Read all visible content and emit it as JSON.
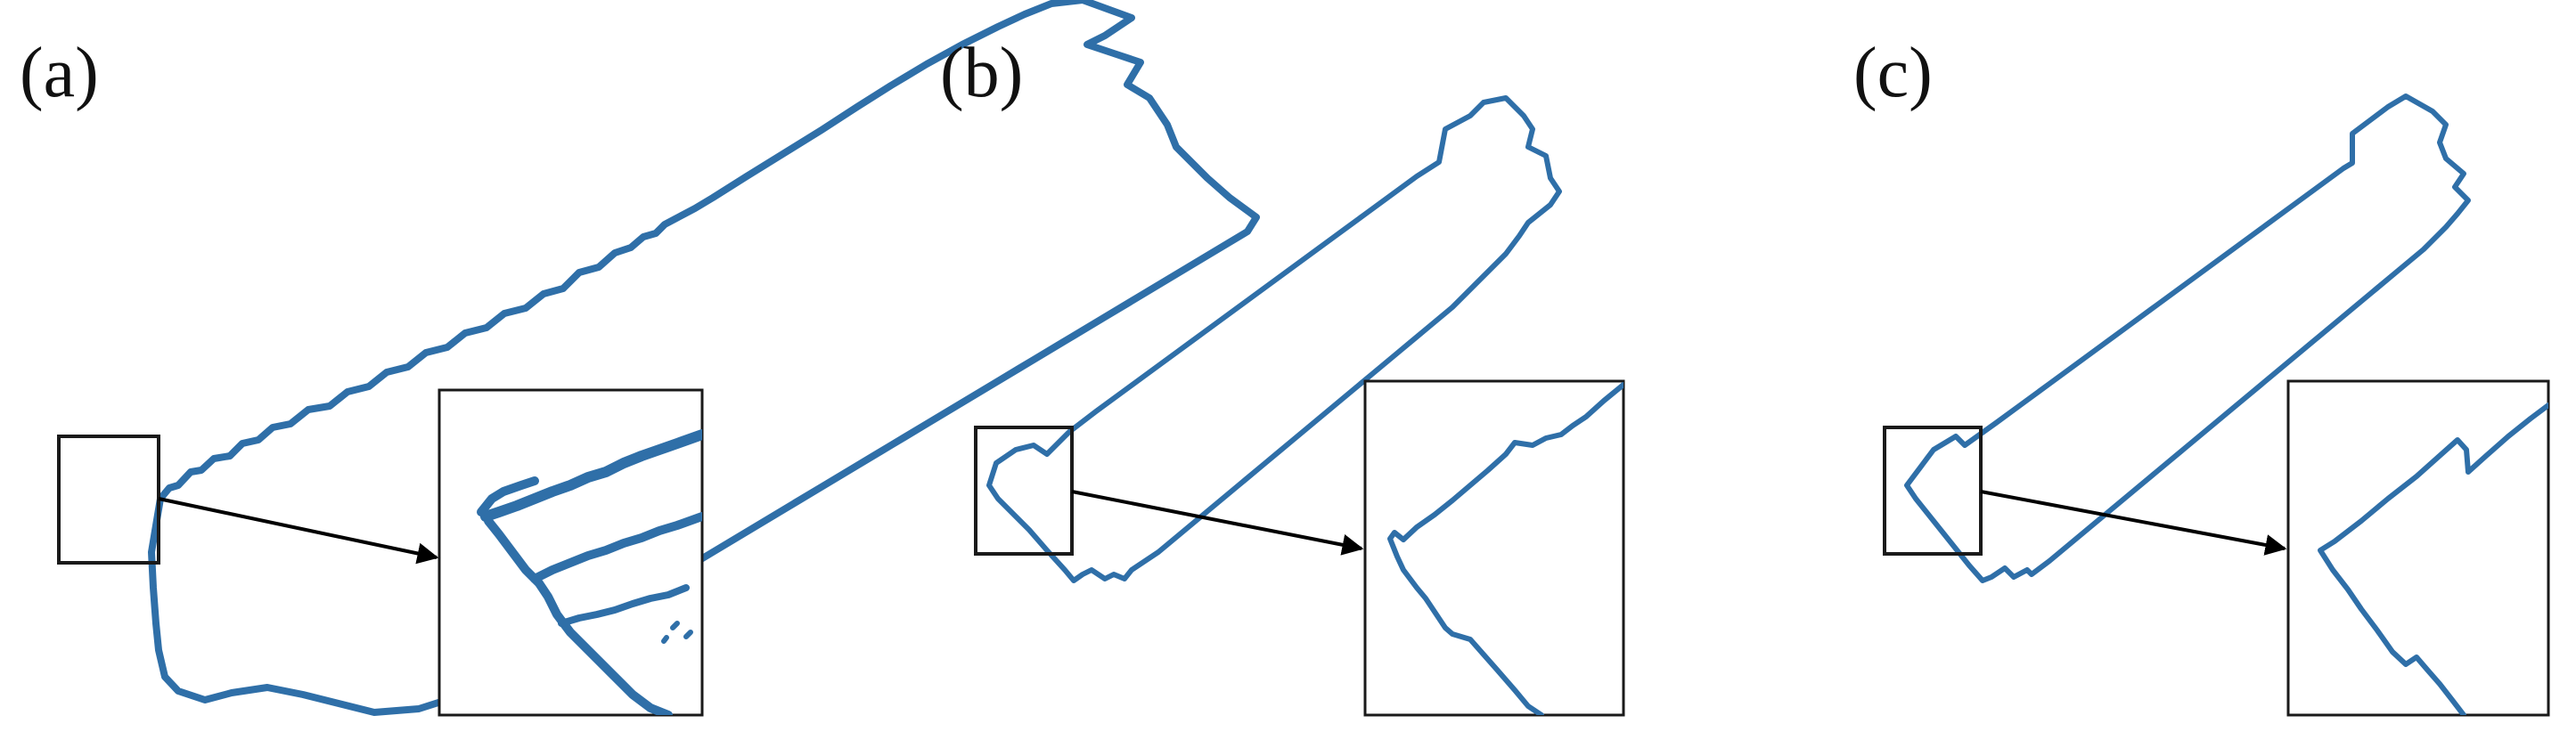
{
  "colors": {
    "outline": "#2f6fa8",
    "frame": "#1a1a1a",
    "arrow": "#000000",
    "background": "#ffffff"
  },
  "panels": [
    {
      "id": "a",
      "label": "(a)",
      "style": "raw-noisy-multi-contour"
    },
    {
      "id": "b",
      "label": "(b)",
      "style": "smoothed-contour"
    },
    {
      "id": "c",
      "label": "(c)",
      "style": "regularized-contour"
    }
  ]
}
